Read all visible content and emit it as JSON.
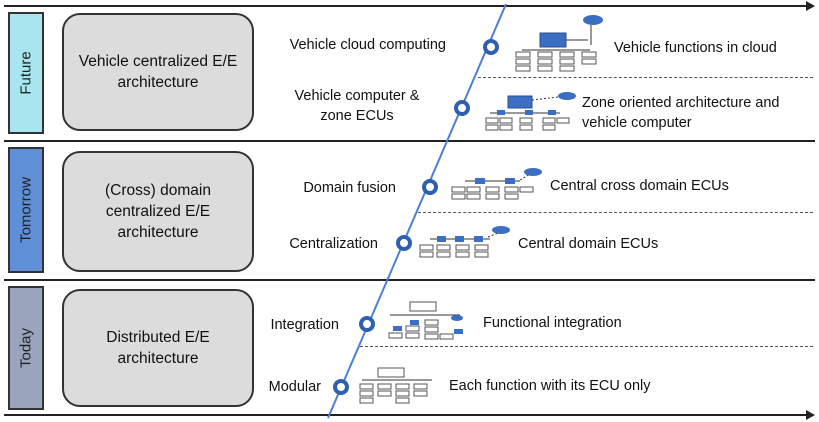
{
  "bands": [
    {
      "label": "Future",
      "color": "#a7e6ee",
      "architecture": "Vehicle centralized E/E architecture"
    },
    {
      "label": "Tomorrow",
      "color": "#5f8fd6",
      "architecture": "(Cross) domain centralized E/E architecture"
    },
    {
      "label": "Today",
      "color": "#9aa4bd",
      "architecture": "Distributed E/E architecture"
    }
  ],
  "stages": [
    {
      "label": "Vehicle cloud computing",
      "description": "Vehicle functions in cloud",
      "icon": "cloud-ecu-icon"
    },
    {
      "label": "Vehicle computer & zone ECUs",
      "description": "Zone oriented architecture and vehicle computer",
      "icon": "zone-ecu-icon"
    },
    {
      "label": "Domain fusion",
      "description": "Central cross domain ECUs",
      "icon": "cross-domain-ecu-icon"
    },
    {
      "label": "Centralization",
      "description": "Central domain ECUs",
      "icon": "domain-ecu-icon"
    },
    {
      "label": "Integration",
      "description": "Functional integration",
      "icon": "integration-ecu-icon"
    },
    {
      "label": "Modular",
      "description": "Each function with its ECU only",
      "icon": "modular-ecu-icon"
    }
  ],
  "colors": {
    "ecu_blue": "#3b6fc4",
    "ecu_outline": "#555555",
    "timeline": "#4b7fcf"
  }
}
